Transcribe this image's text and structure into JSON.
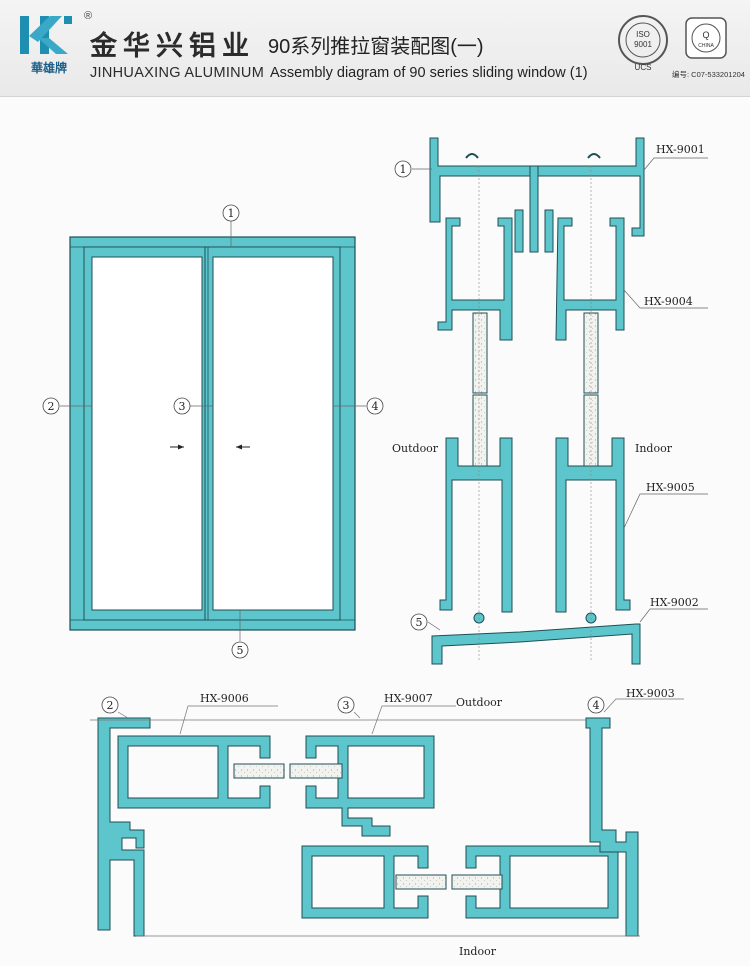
{
  "header": {
    "logo_chars": "華雄牌",
    "registered": "®",
    "brand_cn": "金华兴铝业",
    "brand_en": "JINHUAXING ALUMINUM",
    "title_cn": "90系列推拉窗装配图(一)",
    "title_en": "Assembly diagram of 90 series sliding window (1)",
    "cert_iso_line1": "ISO",
    "cert_iso_line2": "9001",
    "cert_ucs": "UCS",
    "cert_q": "Q",
    "cert_china": "CHINA",
    "cert_code": "编号: C07-533201204"
  },
  "colors": {
    "profile_fill": "#5cc6cc",
    "profile_stroke": "#1f4f55",
    "glass": "#f2f2ee",
    "line": "#555555"
  },
  "callouts": {
    "c1": "1",
    "c2": "2",
    "c3": "3",
    "c4": "4",
    "c5": "5"
  },
  "parts": {
    "p9001": "HX-9001",
    "p9002": "HX-9002",
    "p9003": "HX-9003",
    "p9004": "HX-9004",
    "p9005": "HX-9005",
    "p9006": "HX-9006",
    "p9007": "HX-9007"
  },
  "labels": {
    "outdoor": "Outdoor",
    "indoor": "Indoor"
  }
}
